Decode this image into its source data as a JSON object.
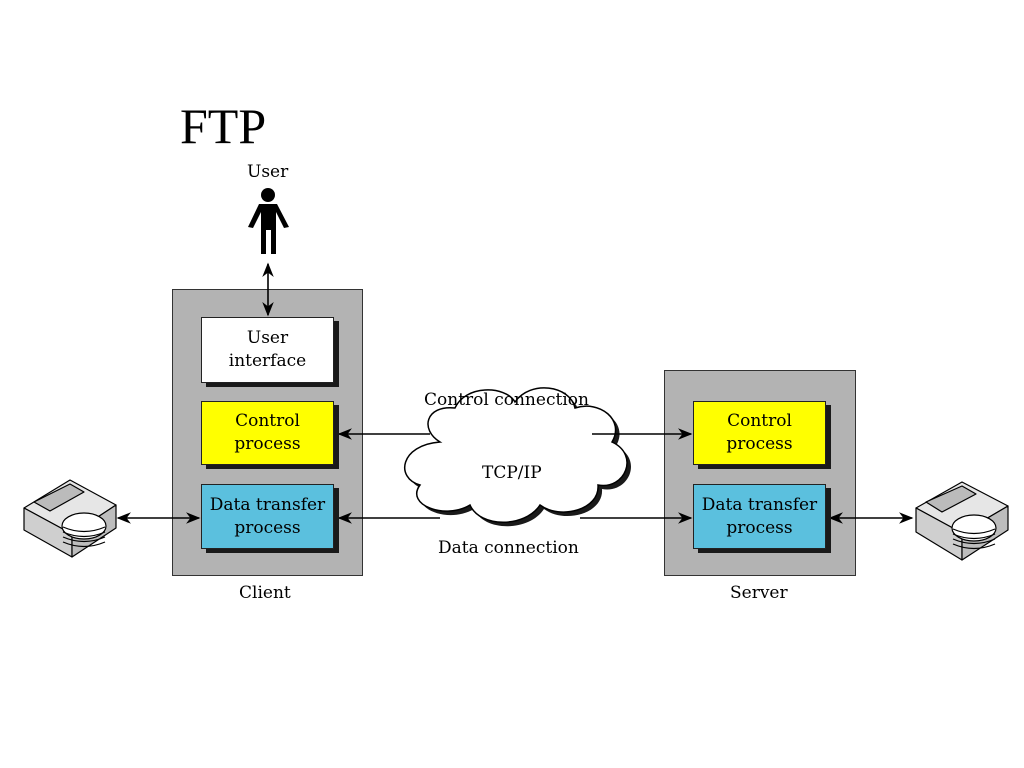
{
  "title": "FTP",
  "user_label": "User",
  "client": {
    "label": "Client",
    "user_interface": [
      "User",
      "interface"
    ],
    "control_process": [
      "Control",
      "process"
    ],
    "data_transfer_process": [
      "Data transfer",
      "process"
    ]
  },
  "server": {
    "label": "Server",
    "control_process": [
      "Control",
      "process"
    ],
    "data_transfer_process": [
      "Data transfer",
      "process"
    ]
  },
  "network": {
    "cloud_label": "TCP/IP",
    "control_connection_label": "Control connection",
    "data_connection_label": "Data connection"
  },
  "colors": {
    "host_box": "#b3b3b3",
    "user_interface": "#ffffff",
    "control_process": "#ffff00",
    "data_transfer_process": "#5bc0de"
  },
  "icons": [
    "user-figure-icon",
    "client-disk-icon",
    "server-disk-icon",
    "cloud-icon"
  ]
}
